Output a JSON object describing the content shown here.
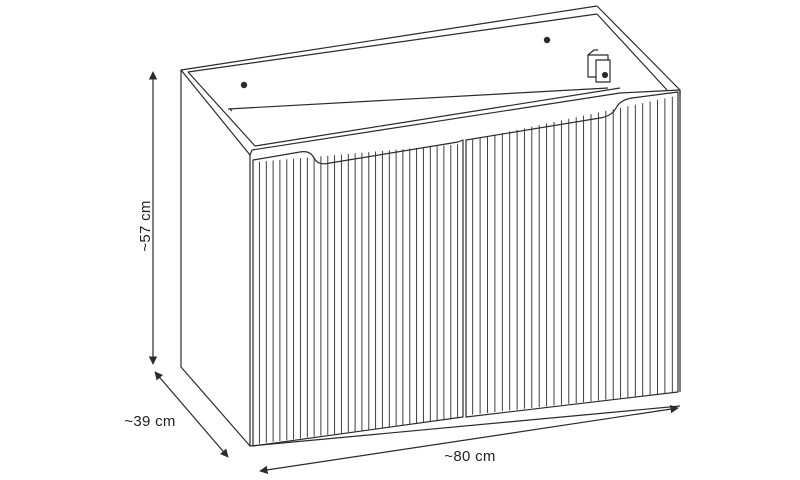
{
  "dimensions": {
    "height_label": "~57 cm",
    "depth_label": "~39 cm",
    "width_label": "~80 cm"
  },
  "door_fluting": {
    "left_door_ribs": 30,
    "right_door_ribs": 28
  },
  "colors": {
    "line": "#2b2b2b",
    "background": "#ffffff"
  }
}
